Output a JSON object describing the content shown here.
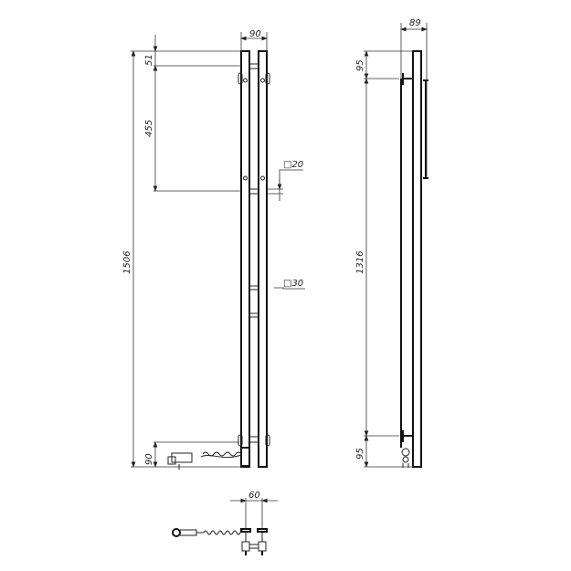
{
  "front_view": {
    "width": "90",
    "top_offset": "51",
    "bracket_spacing": "455",
    "total_height": "1506",
    "bottom_offset": "90",
    "crossbar_small": "□20",
    "crossbar_large": "□30"
  },
  "side_view": {
    "depth": "89",
    "top_offset": "95",
    "bracket_spacing": "1316",
    "bottom_offset": "95"
  },
  "bottom_view": {
    "spacing": "60"
  }
}
